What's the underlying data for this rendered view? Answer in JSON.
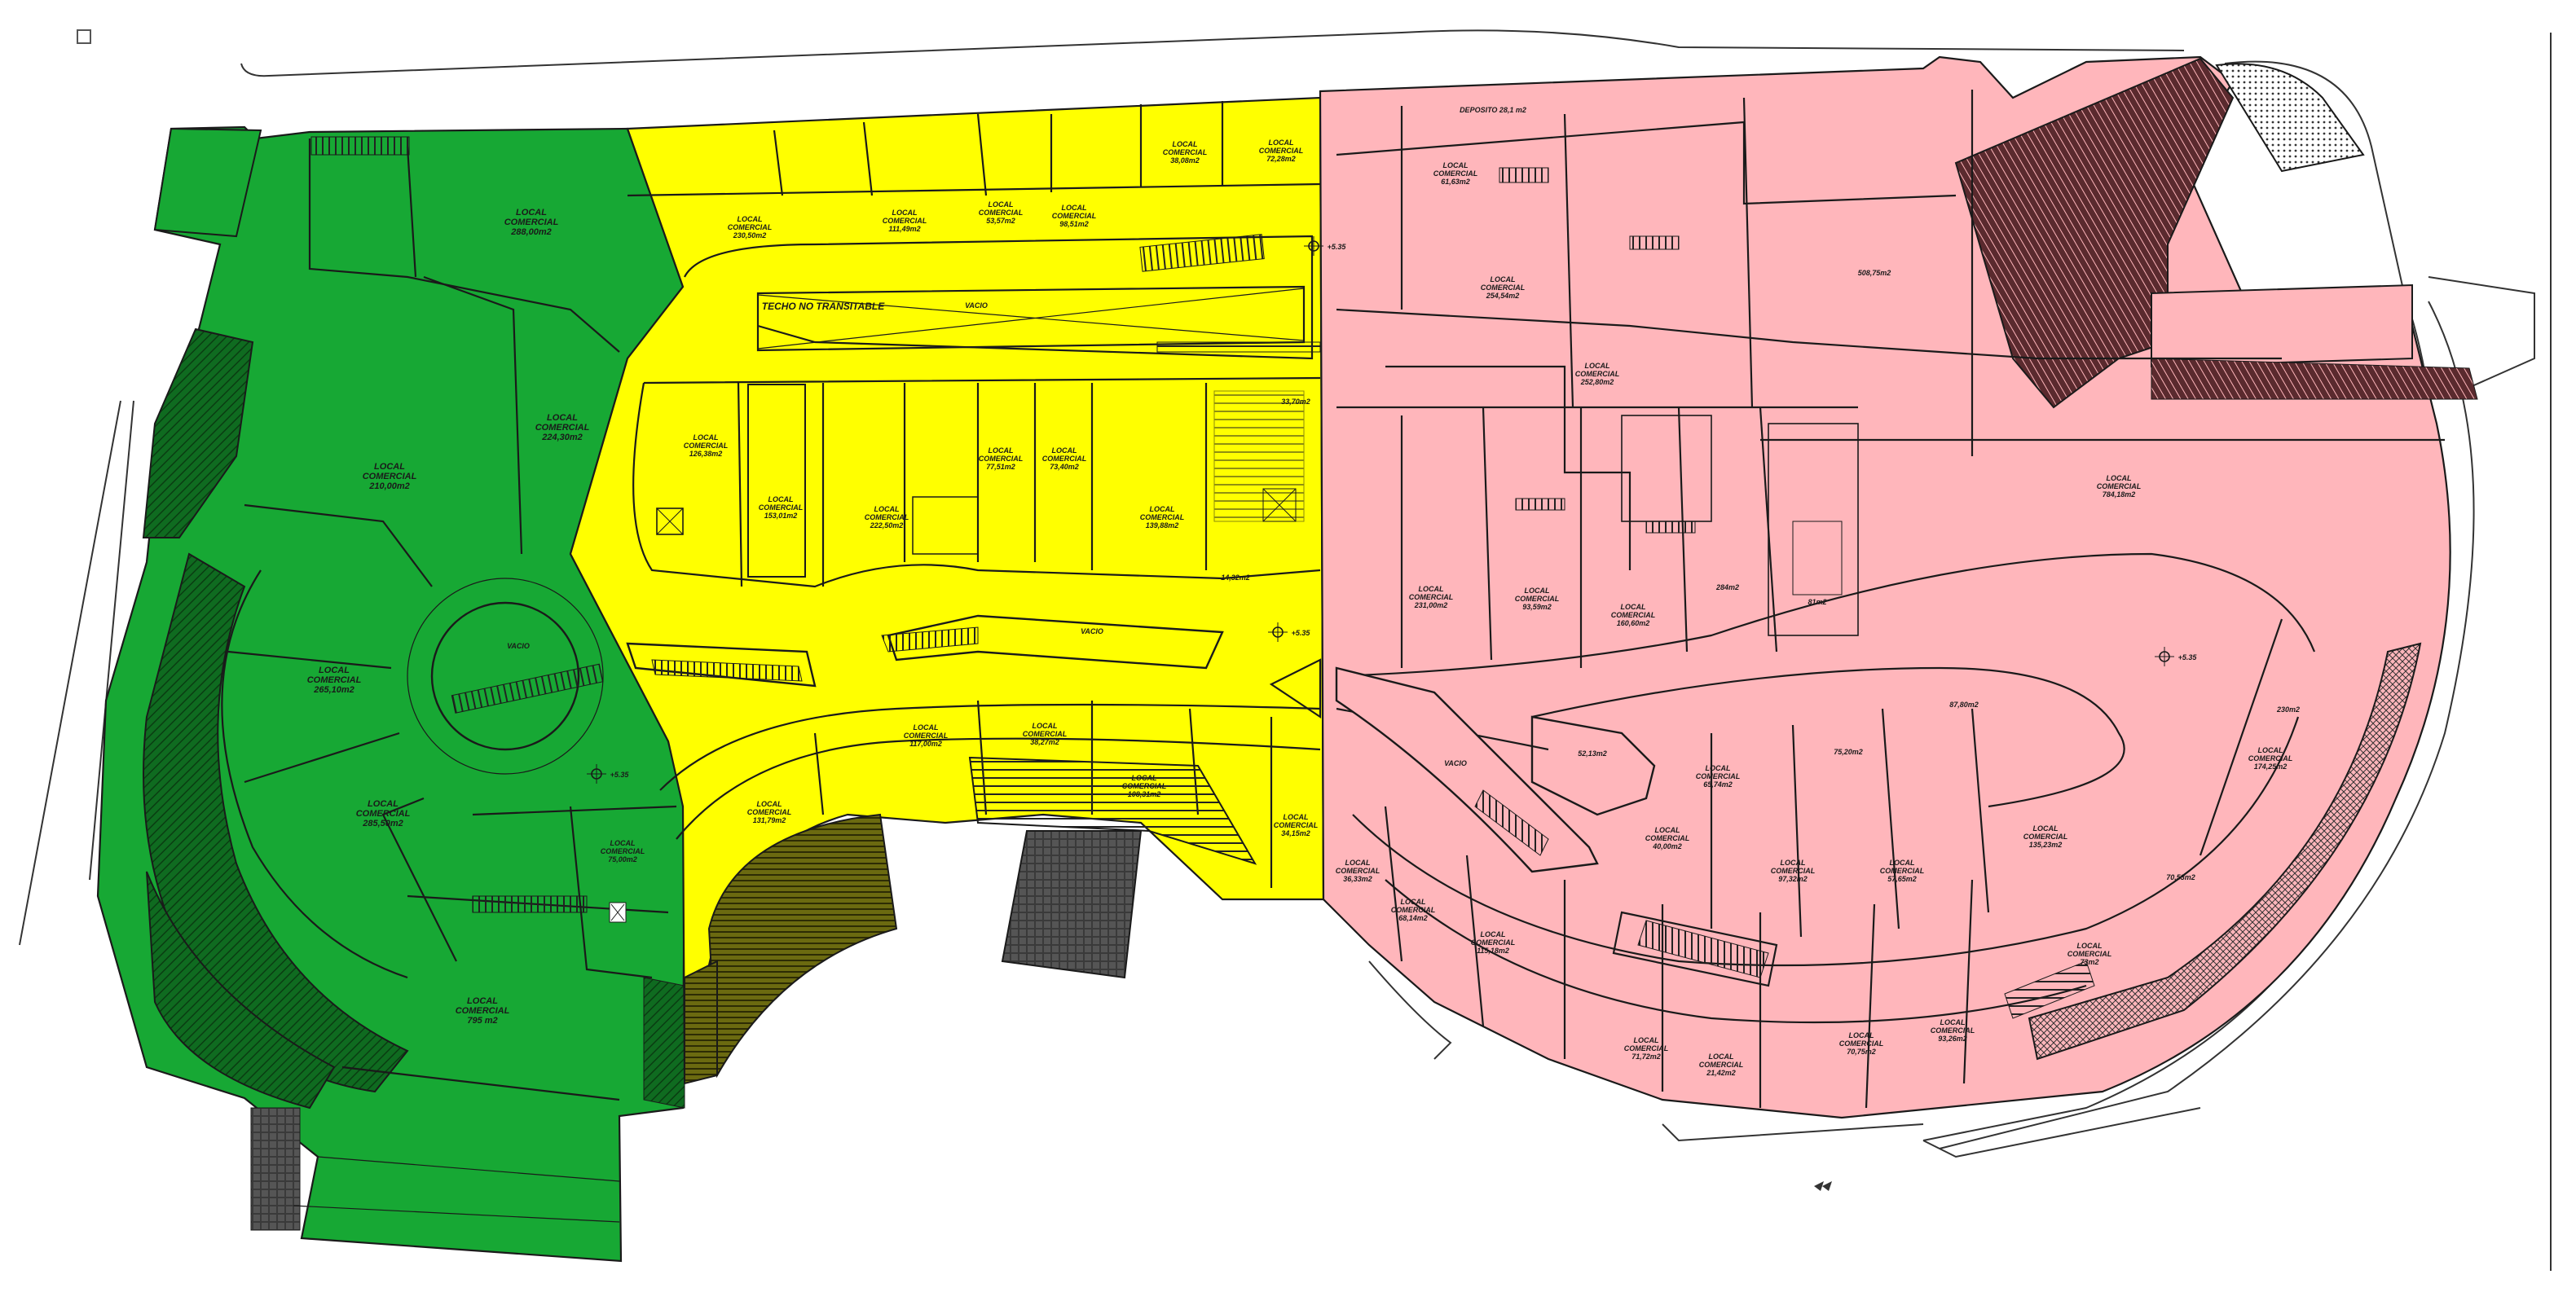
{
  "colors": {
    "zone_green": "#17a834",
    "zone_green_dark": "#0b6a1e",
    "zone_yellow": "#ffff00",
    "zone_pink": "#ffb6bb",
    "lines": "#1a1a1a",
    "background": "#ffffff"
  },
  "zones": {
    "green": {
      "name": "zone-green"
    },
    "yellow": {
      "name": "zone-yellow"
    },
    "pink": {
      "name": "zone-pink"
    }
  },
  "labels": {
    "green": [
      {
        "line1": "LOCAL",
        "line2": "COMERCIAL",
        "line3": "288,00m2"
      },
      {
        "line1": "LOCAL",
        "line2": "COMERCIAL",
        "line3": "210,00m2"
      },
      {
        "line1": "LOCAL",
        "line2": "COMERCIAL",
        "line3": "224,30m2"
      },
      {
        "line1": "LOCAL",
        "line2": "COMERCIAL",
        "line3": "265,10m2"
      },
      {
        "line1": "LOCAL",
        "line2": "COMERCIAL",
        "line3": "285,50m2"
      },
      {
        "line1": "LOCAL",
        "line2": "COMERCIAL",
        "line3": "75,00m2"
      },
      {
        "line1": "LOCAL",
        "line2": "COMERCIAL",
        "line3": "795 m2"
      },
      {
        "line1": "VACIO",
        "line2": "",
        "line3": ""
      },
      {
        "line1": "+5.35",
        "line2": "",
        "line3": ""
      }
    ],
    "yellow": [
      {
        "line1": "LOCAL",
        "line2": "COMERCIAL",
        "line3": "230,50m2"
      },
      {
        "line1": "LOCAL",
        "line2": "COMERCIAL",
        "line3": "111,49m2"
      },
      {
        "line1": "LOCAL",
        "line2": "COMERCIAL",
        "line3": "53,57m2"
      },
      {
        "line1": "LOCAL",
        "line2": "COMERCIAL",
        "line3": "98,51m2"
      },
      {
        "line1": "LOCAL",
        "line2": "COMERCIAL",
        "line3": "38,08m2"
      },
      {
        "line1": "LOCAL",
        "line2": "COMERCIAL",
        "line3": "72,28m2"
      },
      {
        "line1": "LOCAL",
        "line2": "COMERCIAL",
        "line3": "126,38m2"
      },
      {
        "line1": "LOCAL",
        "line2": "COMERCIAL",
        "line3": "153,01m2"
      },
      {
        "line1": "LOCAL",
        "line2": "COMERCIAL",
        "line3": "222,50m2"
      },
      {
        "line1": "LOCAL",
        "line2": "COMERCIAL",
        "line3": "77,51m2"
      },
      {
        "line1": "LOCAL",
        "line2": "COMERCIAL",
        "line3": "73,40m2"
      },
      {
        "line1": "LOCAL",
        "line2": "COMERCIAL",
        "line3": "139,88m2"
      },
      {
        "line1": "LOCAL",
        "line2": "COMERCIAL",
        "line3": "117,00m2"
      },
      {
        "line1": "LOCAL",
        "line2": "COMERCIAL",
        "line3": "38,27m2"
      },
      {
        "line1": "LOCAL",
        "line2": "COMERCIAL",
        "line3": "131,79m2"
      },
      {
        "line1": "LOCAL",
        "line2": "COMERCIAL",
        "line3": "108,31m2"
      },
      {
        "line1": "LOCAL",
        "line2": "COMERCIAL",
        "line3": "34,15m2"
      },
      {
        "line1": "TECHO NO TRANSITABLE",
        "line2": "",
        "line3": ""
      },
      {
        "line1": "VACIO",
        "line2": "",
        "line3": ""
      },
      {
        "line1": "VACIO",
        "line2": "",
        "line3": ""
      },
      {
        "line1": "+5.35",
        "line2": "",
        "line3": ""
      },
      {
        "line1": "+5.35",
        "line2": "",
        "line3": ""
      },
      {
        "line1": "14,32m2",
        "line2": "",
        "line3": ""
      },
      {
        "line1": "33,70m2",
        "line2": "",
        "line3": ""
      }
    ],
    "pink": [
      {
        "line1": "LOCAL",
        "line2": "COMERCIAL",
        "line3": "61,63m2"
      },
      {
        "line1": "LOCAL",
        "line2": "COMERCIAL",
        "line3": "254,54m2"
      },
      {
        "line1": "LOCAL",
        "line2": "COMERCIAL",
        "line3": "252,80m2"
      },
      {
        "line1": "LOCAL",
        "line2": "COMERCIAL",
        "line3": "231,00m2"
      },
      {
        "line1": "LOCAL",
        "line2": "COMERCIAL",
        "line3": "93,59m2"
      },
      {
        "line1": "LOCAL",
        "line2": "COMERCIAL",
        "line3": "160,60m2"
      },
      {
        "line1": "LOCAL",
        "line2": "COMERCIAL",
        "line3": "784,18m2"
      },
      {
        "line1": "LOCAL",
        "line2": "COMERCIAL",
        "line3": "174,25m2"
      },
      {
        "line1": "LOCAL",
        "line2": "COMERCIAL",
        "line3": "36,33m2"
      },
      {
        "line1": "LOCAL",
        "line2": "COMERCIAL",
        "line3": "68,14m2"
      },
      {
        "line1": "LOCAL",
        "line2": "COMERCIAL",
        "line3": "115,18m2"
      },
      {
        "line1": "LOCAL",
        "line2": "COMERCIAL",
        "line3": "71,72m2"
      },
      {
        "line1": "LOCAL",
        "line2": "COMERCIAL",
        "line3": "21,42m2"
      },
      {
        "line1": "LOCAL",
        "line2": "COMERCIAL",
        "line3": "70,75m2"
      },
      {
        "line1": "LOCAL",
        "line2": "COMERCIAL",
        "line3": "93,26m2"
      },
      {
        "line1": "LOCAL",
        "line2": "COMERCIAL",
        "line3": "65,74m2"
      },
      {
        "line1": "LOCAL",
        "line2": "COMERCIAL",
        "line3": "40,00m2"
      },
      {
        "line1": "LOCAL",
        "line2": "COMERCIAL",
        "line3": "97,32m2"
      },
      {
        "line1": "LOCAL",
        "line2": "COMERCIAL",
        "line3": "57,65m2"
      },
      {
        "line1": "LOCAL",
        "line2": "COMERCIAL",
        "line3": "135,23m2"
      },
      {
        "line1": "LOCAL",
        "line2": "COMERCIAL",
        "line3": "73m2"
      },
      {
        "line1": "508,75m2",
        "line2": "",
        "line3": ""
      },
      {
        "line1": "284m2",
        "line2": "",
        "line3": ""
      },
      {
        "line1": "81m2",
        "line2": "",
        "line3": ""
      },
      {
        "line1": "52,13m2",
        "line2": "",
        "line3": ""
      },
      {
        "line1": "75,20m2",
        "line2": "",
        "line3": ""
      },
      {
        "line1": "87,80m2",
        "line2": "",
        "line3": ""
      },
      {
        "line1": "70,53m2",
        "line2": "",
        "line3": ""
      },
      {
        "line1": "230m2",
        "line2": "",
        "line3": ""
      },
      {
        "line1": "DEPOSITO 28,1 m2",
        "line2": "",
        "line3": ""
      },
      {
        "line1": "VACIO",
        "line2": "",
        "line3": ""
      },
      {
        "line1": "+5.35",
        "line2": "",
        "line3": ""
      }
    ]
  }
}
